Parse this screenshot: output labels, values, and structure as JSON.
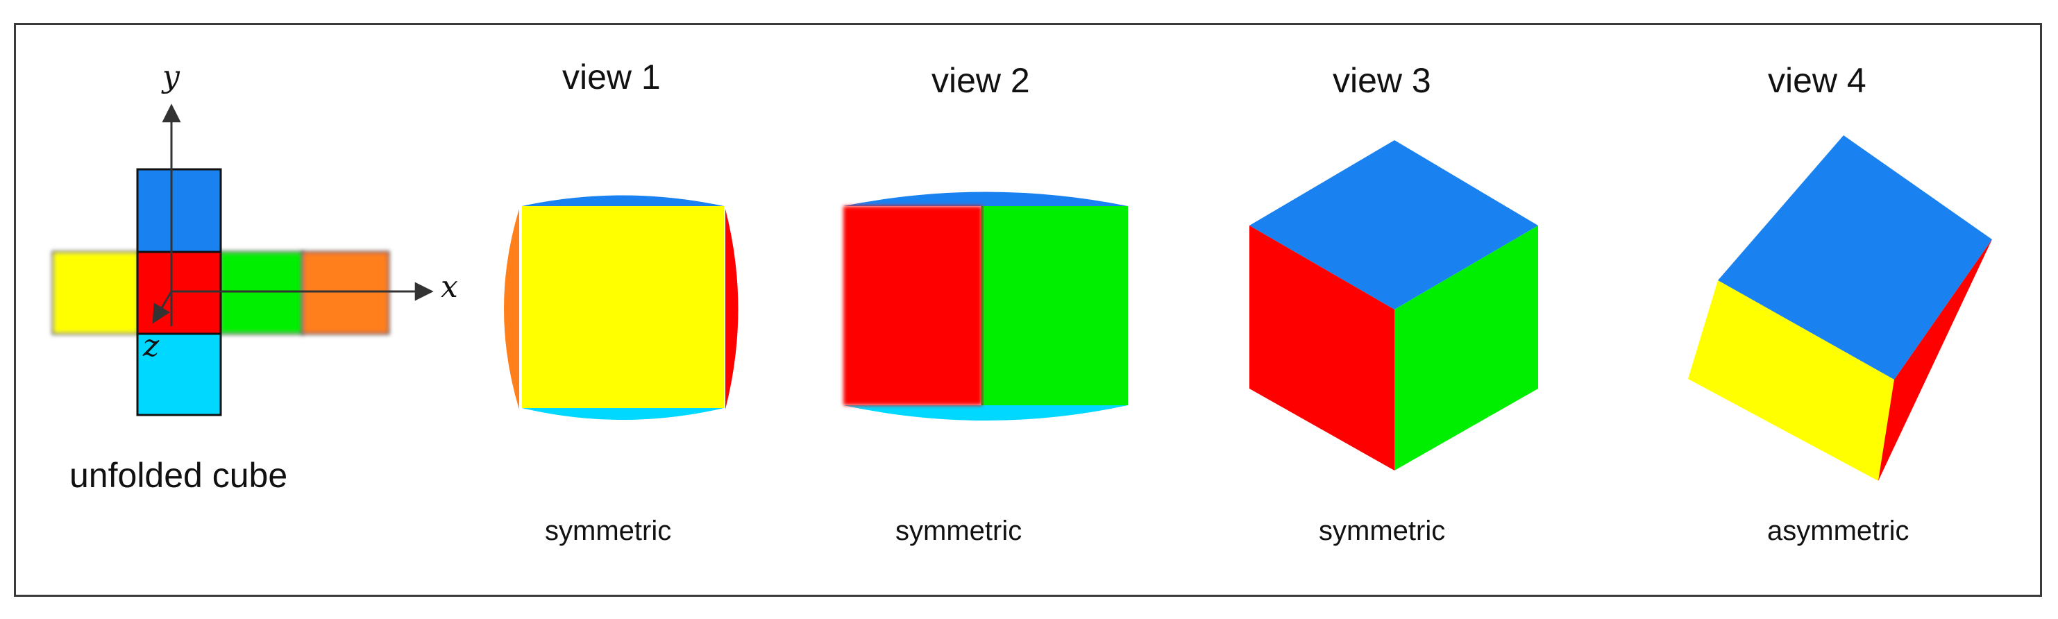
{
  "unfolded": {
    "caption": "unfolded cube",
    "axes": {
      "x": "x",
      "y": "y",
      "z": "z"
    }
  },
  "views": [
    {
      "title": "view 1",
      "caption": "symmetric"
    },
    {
      "title": "view 2",
      "caption": "symmetric"
    },
    {
      "title": "view 3",
      "caption": "symmetric"
    },
    {
      "title": "view 4",
      "caption": "asymmetric"
    }
  ],
  "colors": {
    "blue": "#1a82f0",
    "cyan": "#00d8ff",
    "yellow": "#ffff00",
    "red": "#ff0000",
    "green": "#00ee00",
    "orange": "#ff7f1a",
    "axis": "#333333"
  }
}
